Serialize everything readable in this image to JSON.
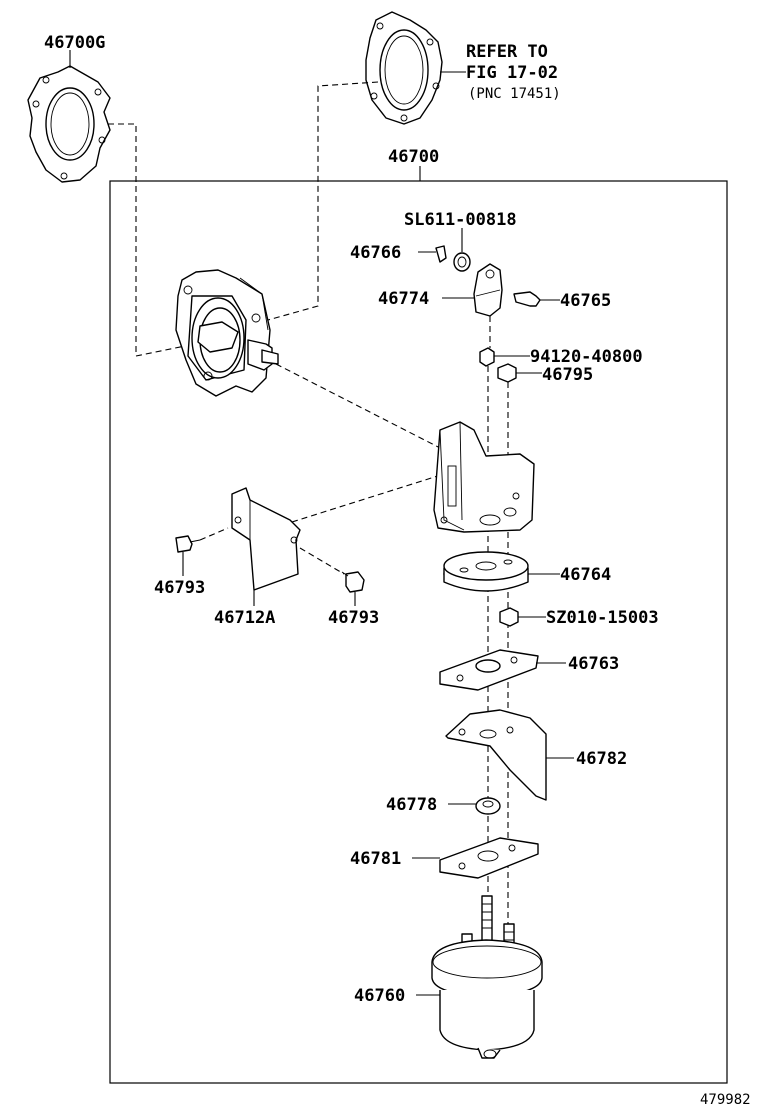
{
  "labels": {
    "gasket_g": "46700G",
    "refer_line1": "REFER TO",
    "refer_line2": "FIG 17-02",
    "refer_line3": "(PNC 17451)",
    "assembly": "46700",
    "sl611": "SL611-00818",
    "p46766": "46766",
    "p46774": "46774",
    "p46765": "46765",
    "p94120": "94120-40800",
    "p46795": "46795",
    "p46793_a": "46793",
    "p46712a": "46712A",
    "p46793_b": "46793",
    "p46764": "46764",
    "sz010": "SZ010-15003",
    "p46763": "46763",
    "p46782": "46782",
    "p46778": "46778",
    "p46781": "46781",
    "p46760": "46760",
    "figure_id": "479982"
  }
}
